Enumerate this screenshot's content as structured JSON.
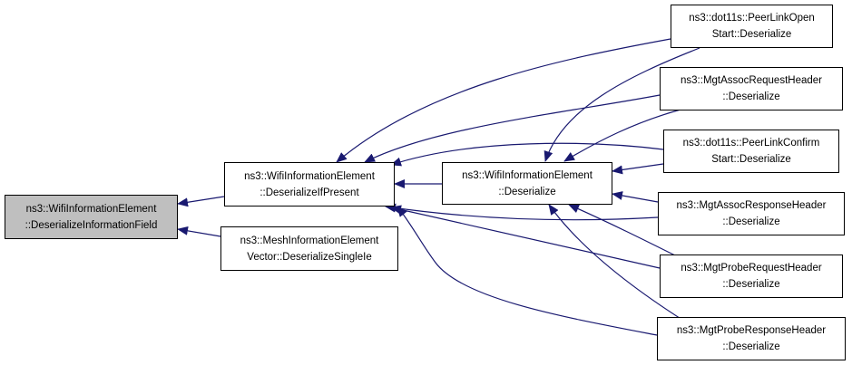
{
  "graph": {
    "focus": {
      "line1": "ns3::WifiInformationElement",
      "line2": "::DeserializeInformationField"
    },
    "deserialize_if_present": {
      "line1": "ns3::WifiInformationElement",
      "line2": "::DeserializeIfPresent"
    },
    "mesh_vector": {
      "line1": "ns3::MeshInformationElement",
      "line2": "Vector::DeserializeSingleIe"
    },
    "deserialize": {
      "line1": "ns3::WifiInformationElement",
      "line2": "::Deserialize"
    },
    "peer_link_open": {
      "line1": "ns3::dot11s::PeerLinkOpen",
      "line2": "Start::Deserialize"
    },
    "assoc_request": {
      "line1": "ns3::MgtAssocRequestHeader",
      "line2": "::Deserialize"
    },
    "peer_link_confirm": {
      "line1": "ns3::dot11s::PeerLinkConfirm",
      "line2": "Start::Deserialize"
    },
    "assoc_response": {
      "line1": "ns3::MgtAssocResponseHeader",
      "line2": "::Deserialize"
    },
    "probe_request": {
      "line1": "ns3::MgtProbeRequestHeader",
      "line2": "::Deserialize"
    },
    "probe_response": {
      "line1": "ns3::MgtProbeResponseHeader",
      "line2": "::Deserialize"
    }
  },
  "colors": {
    "edge": "#191970",
    "node_border": "#000000",
    "focus_fill": "#bfbfbf"
  }
}
